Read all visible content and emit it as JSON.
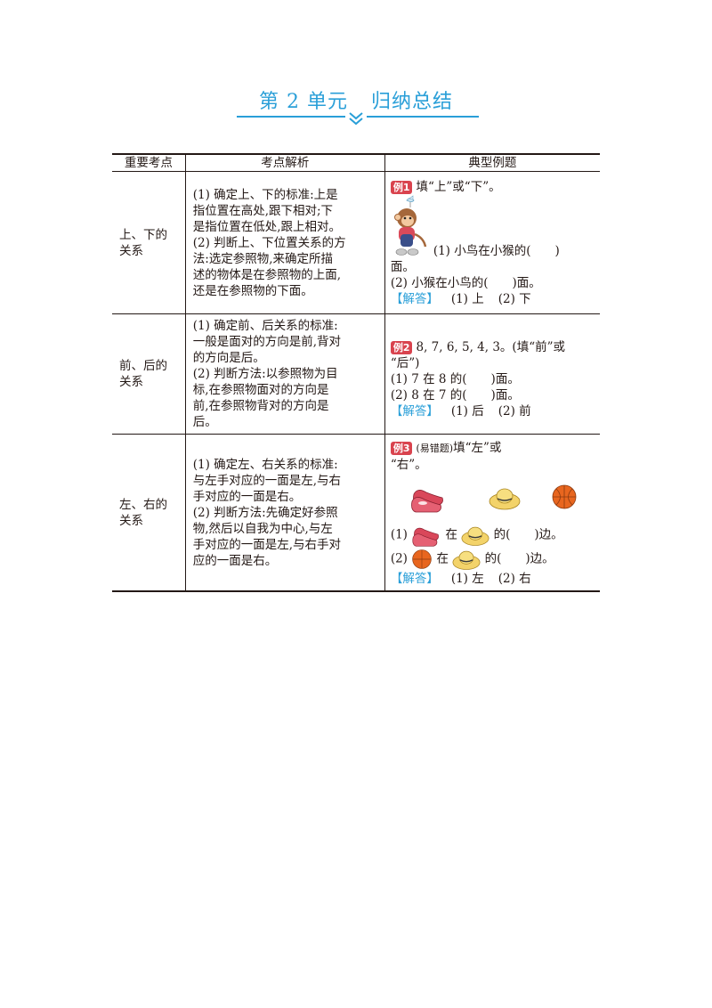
{
  "header": {
    "title_part1": "第 2 单元",
    "title_part2": "归纳总结"
  },
  "table": {
    "headers": [
      "重要考点",
      "考点解析",
      "典型例题"
    ],
    "rows": [
      {
        "topic_line1": "上、下的",
        "topic_line2": "关系",
        "analysis": [
          "(1) 确定上、下的标准:上是",
          "指位置在高处,跟下相对;下",
          "是指位置在低处,跟上相对。",
          "(2) 判断上、下位置关系的方",
          "法:选定参照物,来确定所描",
          "述的物体是在参照物的上面,",
          "还是在参照物的下面。"
        ],
        "example": {
          "badge": "例1",
          "prompt": "填“上”或“下”。",
          "q1_a": "(1) 小鸟在小猴的(　　)",
          "q1_b": "面。",
          "q2": "(2) 小猴在小鸟的(　　)面。",
          "answer_label": "【解答】",
          "answer_1": "(1) 上",
          "answer_2": "(2) 下"
        }
      },
      {
        "topic_line1": "前、后的",
        "topic_line2": "关系",
        "analysis": [
          "(1) 确定前、后关系的标准:",
          "一般是面对的方向是前,背对",
          "的方向是后。",
          "(2) 判断方法:以参照物为目",
          "标,在参照物面对的方向是",
          "前,在参照物背对的方向是",
          "后。"
        ],
        "example": {
          "badge": "例2",
          "prompt_a": "8, 7, 6, 5, 4, 3。(填“前”或",
          "prompt_b": "“后”)",
          "q1": "(1) 7 在 8 的(　　)面。",
          "q2": "(2) 8 在 7 的(　　)面。",
          "answer_label": "【解答】",
          "answer_1": "(1) 后",
          "answer_2": "(2) 前"
        }
      },
      {
        "topic_line1": "左、右的",
        "topic_line2": "关系",
        "analysis": [
          "(1) 确定左、右关系的标准:",
          "与左手对应的一面是左,与右",
          "手对应的一面是右。",
          "(2) 判断方法:先确定好参照",
          "物,然后以自我为中心,与左",
          "手对应的一面是左,与右手对",
          "应的一面是右。"
        ],
        "example": {
          "badge": "例3",
          "tag": "(易错题)",
          "prompt_a": "填“左”或",
          "prompt_b": "“右”。",
          "q1_prefix": "(1)",
          "q1_mid": "在",
          "q1_suffix": "的(　　)边。",
          "q2_prefix": "(2)",
          "q2_mid": "在",
          "q2_suffix": "的(　　)边。",
          "answer_label": "【解答】",
          "answer_1": "(1) 左",
          "answer_2": "(2) 右"
        }
      }
    ]
  },
  "colors": {
    "accent": "#2a9fd8",
    "badge": "#d9434e",
    "text": "#231815"
  }
}
